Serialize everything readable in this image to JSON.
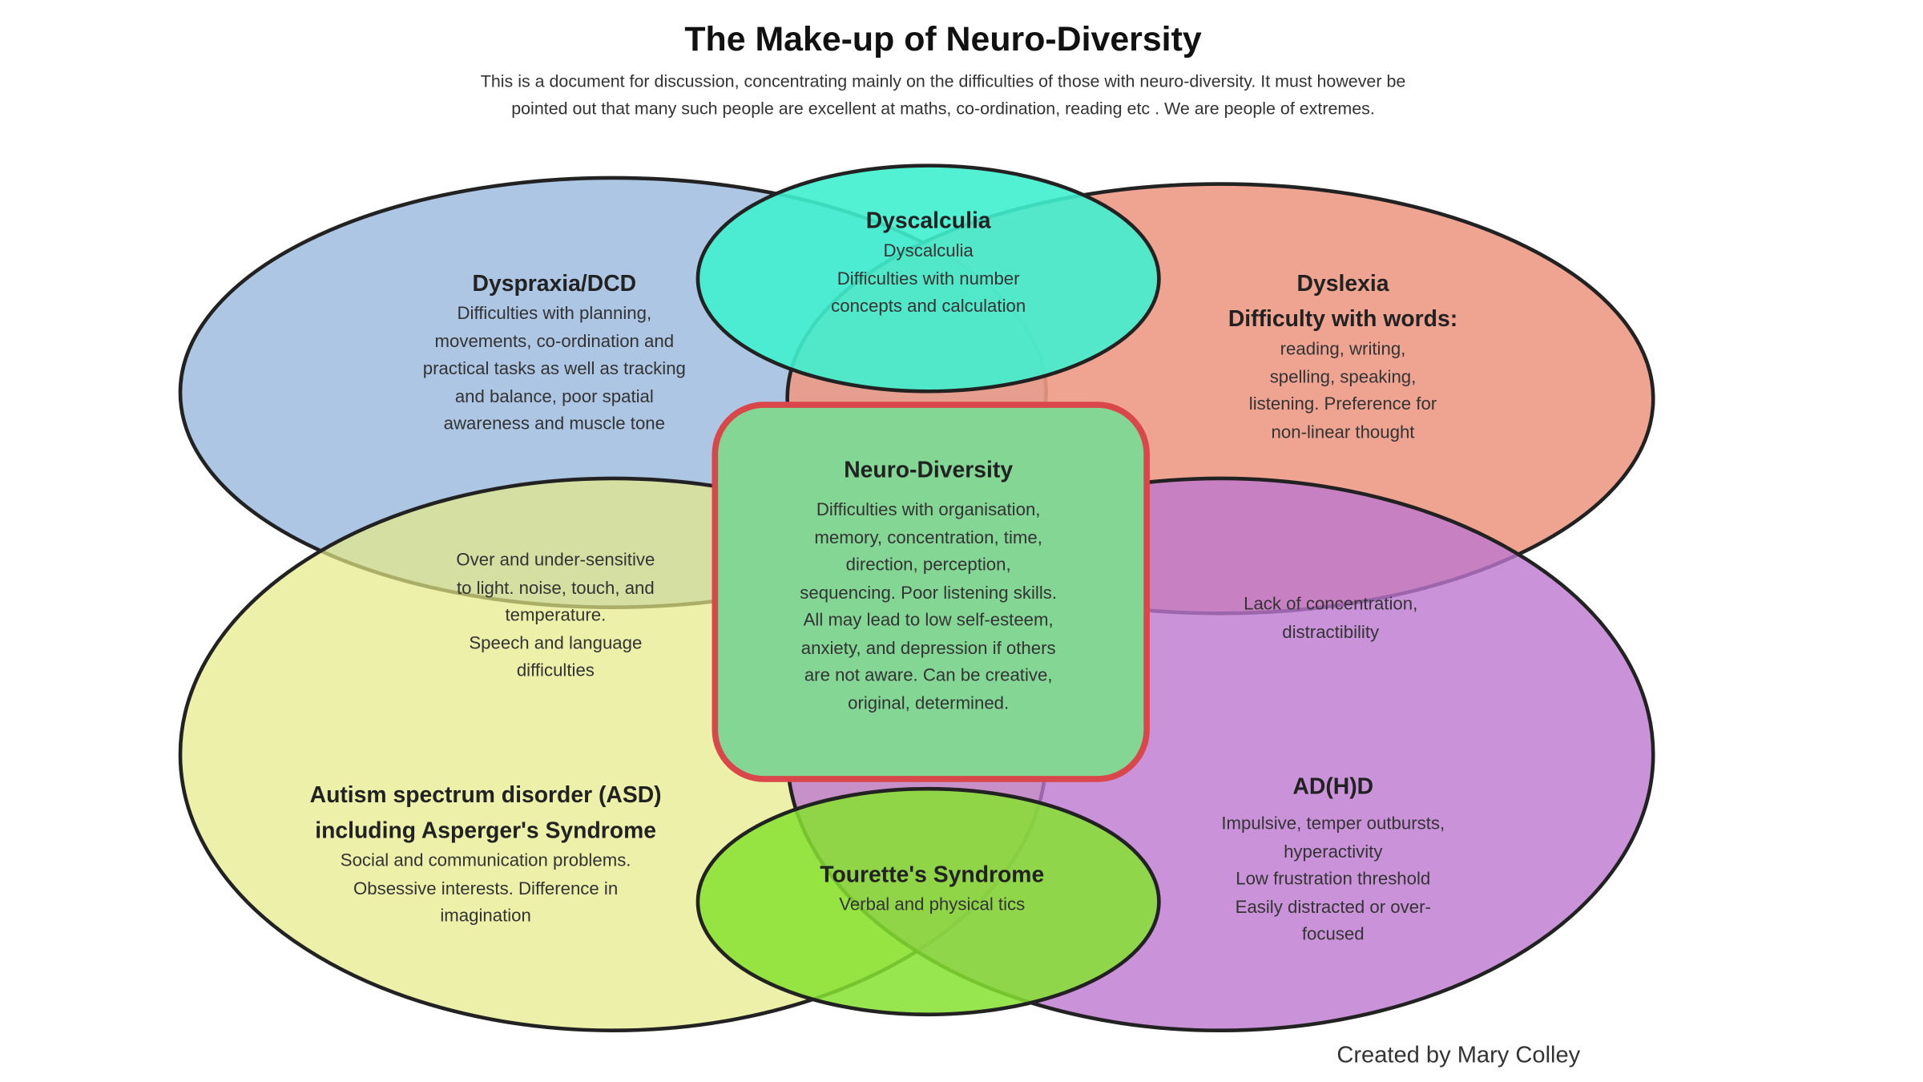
{
  "title": "The Make-up of Neuro-Diversity",
  "subtitle": [
    "This is a document for discussion, concentrating mainly on the difficulties of those with neuro-diversity. It must however be",
    "pointed out that many such people are excellent at maths, co-ordination, reading etc . We are people of extremes."
  ],
  "colors": {
    "dyspraxia": "#a9c3e3",
    "dyslexia": "#ec9a85",
    "autism": "#e6ea84",
    "adhd": "#bd78cf",
    "dyscalculia": "#40f0cf",
    "tourette": "#86e230",
    "center": "#84d695",
    "center_border": "#d9474b"
  },
  "dyspraxia": {
    "heading": "Dyspraxia/DCD",
    "lines": [
      "Difficulties with planning,",
      "movements, co-ordination and",
      "practical tasks as well as tracking",
      "and balance, poor spatial",
      "awareness and muscle tone"
    ]
  },
  "dyscalculia": {
    "heading": "Dyscalculia",
    "lines": [
      "Dyscalculia",
      "Difficulties with number",
      "concepts and calculation"
    ]
  },
  "dyslexia": {
    "heading": [
      "Dyslexia",
      "Difficulty with words:"
    ],
    "lines": [
      "reading, writing,",
      "spelling, speaking,",
      "listening. Preference for",
      "non-linear thought"
    ]
  },
  "sensory": {
    "lines": [
      "Over and under-sensitive",
      "to light. noise, touch, and",
      "temperature.",
      "Speech and language",
      "difficulties"
    ]
  },
  "center": {
    "heading": "Neuro-Diversity",
    "lines": [
      "Difficulties with organisation,",
      "memory, concentration, time,",
      "direction, perception,",
      "sequencing. Poor listening skills.",
      "All may lead to low self-esteem,",
      "anxiety, and depression if others",
      "are not aware. Can be creative,",
      "original, determined."
    ]
  },
  "concentration": {
    "lines": [
      "Lack of concentration,",
      "distractibility"
    ]
  },
  "autism": {
    "heading": [
      "Autism spectrum disorder (ASD)",
      "including Asperger's Syndrome"
    ],
    "lines": [
      "Social and communication problems.",
      "Obsessive interests. Difference in",
      "imagination"
    ]
  },
  "tourette": {
    "heading": "Tourette's Syndrome",
    "lines": [
      "Verbal and physical tics"
    ]
  },
  "adhd": {
    "heading": "AD(H)D",
    "lines": [
      "Impulsive, temper outbursts,",
      "hyperactivity",
      "Low frustration threshold",
      "Easily distracted or over-",
      "focused"
    ]
  },
  "credit": "Created by Mary Colley"
}
